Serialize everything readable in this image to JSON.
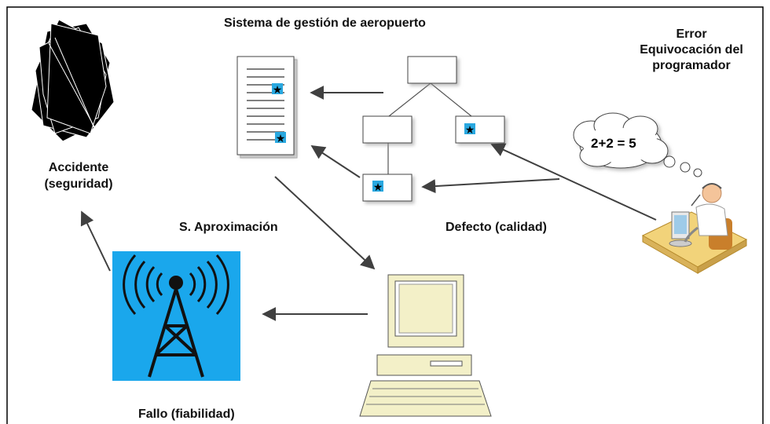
{
  "labels": {
    "title": "Sistema de gestión de aeropuerto",
    "error_line1": "Error",
    "error_line2": "Equivocación del",
    "error_line3": "programador",
    "accident_line1": "Accidente",
    "accident_line2": "(seguridad)",
    "approximation": "S. Aproximación",
    "defect": "Defecto (calidad)",
    "failure": "Fallo (fiabilidad)",
    "thought": "2+2 = 5"
  },
  "colors": {
    "frame": "#000000",
    "arrow": "#404040",
    "marker_fill": "#29a8e0",
    "tower_bg": "#1aa7ec",
    "computer": "#f3f0c8",
    "desk": "#f2d37a"
  }
}
